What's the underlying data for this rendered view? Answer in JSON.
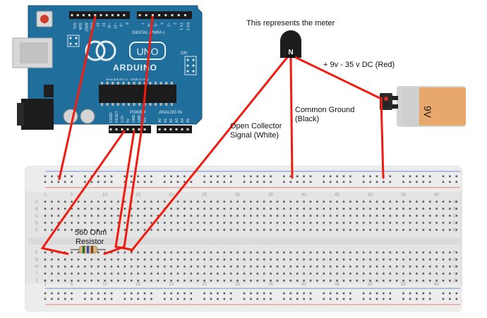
{
  "annotations": {
    "meter": "This represents the meter",
    "power_line1": "+ 9v - 35 v DC (Red)",
    "ground_line1": "Common Ground",
    "ground_line2": "(Black)",
    "signal_line1": "Open Collector",
    "signal_line2": "Signal (White)",
    "resistor_line1": "560 Ohm",
    "resistor_line2": "Resistor"
  },
  "transistor": {
    "letter": "N"
  },
  "battery": {
    "label": "9V"
  },
  "breadboard": {
    "watermark": "123D.CIRCUITS.IO",
    "column_numbers": [
      "1",
      "5",
      "10",
      "15",
      "20",
      "25",
      "30",
      "35",
      "40",
      "45",
      "50",
      "55",
      "60"
    ],
    "row_letters_top": [
      "A",
      "B",
      "C",
      "D",
      "E"
    ],
    "row_letters_bottom": [
      "F",
      "G",
      "H",
      "I",
      "J"
    ]
  },
  "arduino": {
    "brand": "ARDUINO",
    "model": "UNO",
    "on_label": "ON",
    "digital_label": "DIGITAL (PWM~)",
    "analog_label": "ANALOG IN",
    "power_label": "POWER",
    "maker_text": "www.arduino.cc - Made in Italy",
    "top_pins": [
      "SCL",
      "SDA",
      "AREF",
      "GND",
      "13",
      "12",
      "~11",
      "~10",
      "~9",
      "8",
      "7",
      "~6",
      "~5",
      "4",
      "~3",
      "2",
      "TX 1",
      "RX 0"
    ],
    "power_pins": [
      "IOREF",
      "RESET",
      "3.3V",
      "5V",
      "GND",
      "GND",
      "Vin"
    ],
    "analog_pins": [
      "A0",
      "A1",
      "A2",
      "A3",
      "A4",
      "A5"
    ]
  },
  "colors": {
    "board": "#1f6e9c",
    "wire": "#f01c10",
    "breadboard": "#e5e5e5",
    "battery_body": "#e6a96a",
    "transistor": "#1c1c1c"
  }
}
